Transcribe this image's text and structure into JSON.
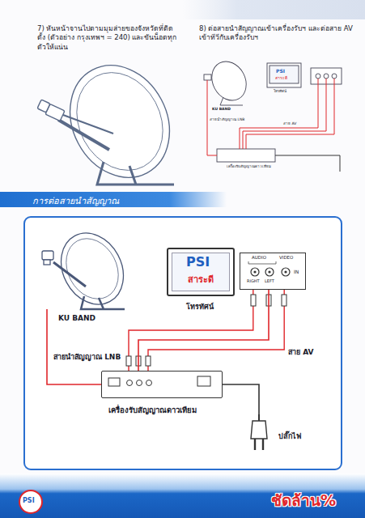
{
  "diagram": {
    "title": "การต่อสายนำสัญญาณ",
    "nodes": [
      {
        "text": [
          "KU BAND"
        ]
      },
      {
        "text": [
          "PSI",
          "สาระดี",
          "โทรทัศน์"
        ]
      },
      {
        "text": [
          "AUDIO",
          "VIDEO",
          "RIGHT",
          "LEFT",
          "IN"
        ]
      },
      {
        "text": [
          "เครื่องรับสัญญาณดาวเทียม"
        ]
      },
      {
        "text": [
          "ปลั๊กไฟ"
        ]
      }
    ],
    "edges": [
      {
        "from": 0,
        "to": 3,
        "arrow": "none",
        "label": "สายนำสัญญาณ LNB"
      },
      {
        "from": 3,
        "to": 2,
        "arrow": "none",
        "label": "สาย AV"
      },
      {
        "from": 3,
        "to": 4,
        "arrow": "none"
      }
    ],
    "labels": [
      "7) หันหน้าจานไปตามมุมส่ายของจังหวัดที่ติดตั้ง (ตัวอย่าง กรุงเทพฯ = 240) และขันน็อตทุกตัวให้แน่น",
      "8) ต่อสายนำสัญญาณเข้าเครื่องรับฯ และต่อสาย AV เข้าทีวีกับเครื่องรับฯ",
      "KU BAND",
      "PSI",
      "สาระดี",
      "โทรทัศน์",
      "สายนำสัญญาณ LNB",
      "สาย AV",
      "เครื่องรับสัญญาณดาวเทียม",
      "PSI",
      "ชัดล้าน%"
    ]
  }
}
